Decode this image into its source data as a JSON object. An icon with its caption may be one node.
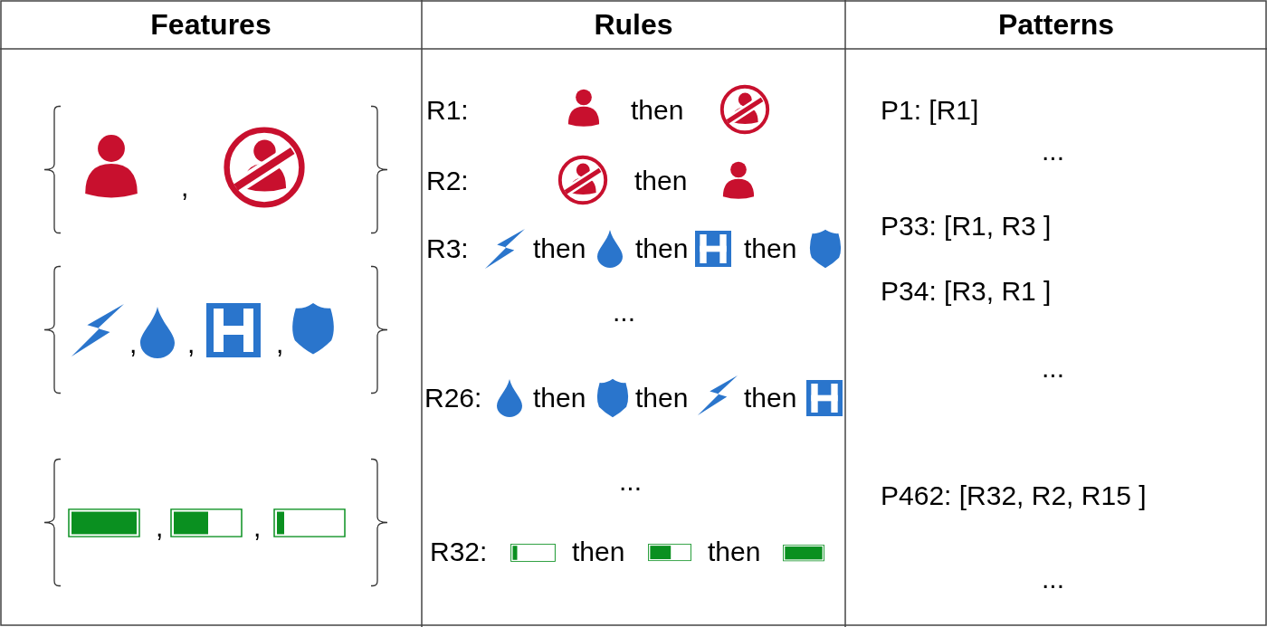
{
  "diagram": {
    "labels": [
      "Features",
      "Rules",
      "Patterns",
      ",",
      ",",
      ",",
      ",",
      ",",
      ",",
      "R1:",
      "then",
      "R2:",
      "then",
      "R3:",
      "then",
      "then",
      "then",
      "...",
      "R26:",
      "then",
      "then",
      "then",
      "...",
      "R32:",
      "then",
      "then",
      "P1: [R1]",
      "...",
      "P33: [R1, R3 ]",
      "P34: [R3, R1 ]",
      "...",
      "P462: [R32, R2, R15 ]",
      "..."
    ]
  }
}
